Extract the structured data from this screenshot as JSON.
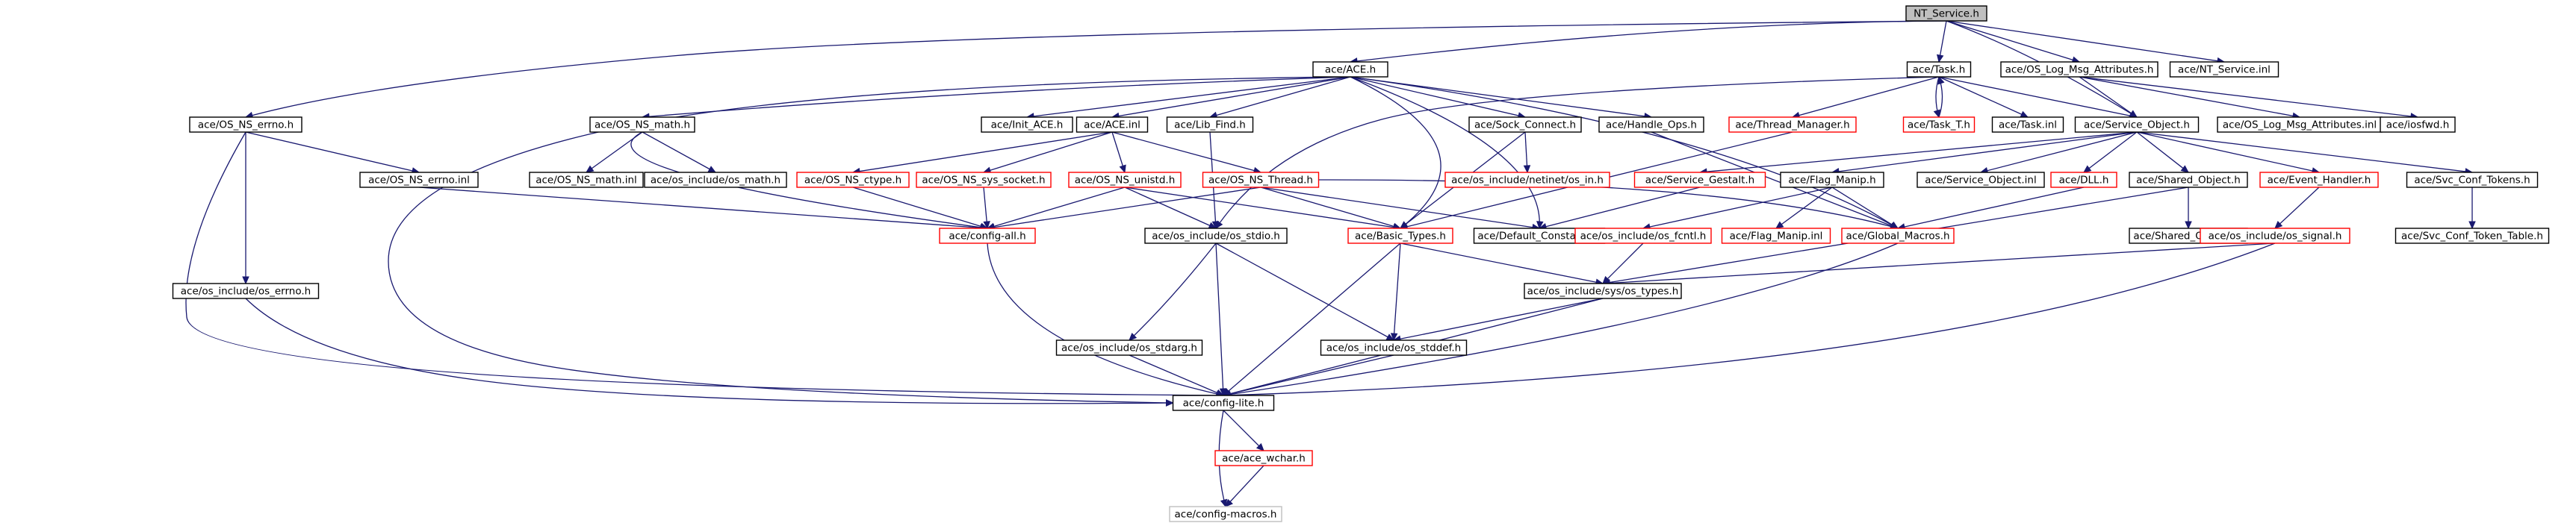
{
  "diagram": {
    "colors": {
      "edge": "#191970",
      "border_normal": "#000000",
      "border_truncated": "#ff0000",
      "border_undocumented": "#bfbfbf",
      "root_fill": "#bfbfbf",
      "node_fill": "#ffffff"
    },
    "nodes": [
      {
        "id": "nt_service_h",
        "label": "NT_Service.h",
        "style": "root"
      },
      {
        "id": "ace_h",
        "label": "ace/ACE.h",
        "style": "normal"
      },
      {
        "id": "task_h",
        "label": "ace/Task.h",
        "style": "normal"
      },
      {
        "id": "os_log_msg_attributes_h",
        "label": "ace/OS_Log_Msg_Attributes.h",
        "style": "normal"
      },
      {
        "id": "nt_service_inl",
        "label": "ace/NT_Service.inl",
        "style": "normal"
      },
      {
        "id": "os_ns_errno_h",
        "label": "ace/OS_NS_errno.h",
        "style": "normal"
      },
      {
        "id": "os_ns_math_h",
        "label": "ace/OS_NS_math.h",
        "style": "normal"
      },
      {
        "id": "init_ace_h",
        "label": "ace/Init_ACE.h",
        "style": "normal"
      },
      {
        "id": "ace_inl",
        "label": "ace/ACE.inl",
        "style": "normal"
      },
      {
        "id": "lib_find_h",
        "label": "ace/Lib_Find.h",
        "style": "normal"
      },
      {
        "id": "sock_connect_h",
        "label": "ace/Sock_Connect.h",
        "style": "normal"
      },
      {
        "id": "handle_ops_h",
        "label": "ace/Handle_Ops.h",
        "style": "normal"
      },
      {
        "id": "thread_manager_h",
        "label": "ace/Thread_Manager.h",
        "style": "truncated"
      },
      {
        "id": "task_t_h",
        "label": "ace/Task_T.h",
        "style": "truncated"
      },
      {
        "id": "task_inl",
        "label": "ace/Task.inl",
        "style": "normal"
      },
      {
        "id": "service_object_h",
        "label": "ace/Service_Object.h",
        "style": "normal"
      },
      {
        "id": "os_log_msg_attributes_inl",
        "label": "ace/OS_Log_Msg_Attributes.inl",
        "style": "normal"
      },
      {
        "id": "iosfwd_h",
        "label": "ace/iosfwd.h",
        "style": "normal"
      },
      {
        "id": "os_ns_errno_inl",
        "label": "ace/OS_NS_errno.inl",
        "style": "normal"
      },
      {
        "id": "os_ns_math_inl",
        "label": "ace/OS_NS_math.inl",
        "style": "normal"
      },
      {
        "id": "os_math_h",
        "label": "ace/os_include/os_math.h",
        "style": "normal"
      },
      {
        "id": "os_ns_ctype_h",
        "label": "ace/OS_NS_ctype.h",
        "style": "truncated"
      },
      {
        "id": "os_ns_sys_socket_h",
        "label": "ace/OS_NS_sys_socket.h",
        "style": "truncated"
      },
      {
        "id": "os_ns_unistd_h",
        "label": "ace/OS_NS_unistd.h",
        "style": "truncated"
      },
      {
        "id": "os_ns_thread_h",
        "label": "ace/OS_NS_Thread.h",
        "style": "truncated"
      },
      {
        "id": "os_in_h",
        "label": "ace/os_include/netinet/os_in.h",
        "style": "truncated"
      },
      {
        "id": "service_gestalt_h",
        "label": "ace/Service_Gestalt.h",
        "style": "truncated"
      },
      {
        "id": "flag_manip_h",
        "label": "ace/Flag_Manip.h",
        "style": "normal"
      },
      {
        "id": "service_object_inl",
        "label": "ace/Service_Object.inl",
        "style": "normal"
      },
      {
        "id": "dll_h",
        "label": "ace/DLL.h",
        "style": "truncated"
      },
      {
        "id": "shared_object_h",
        "label": "ace/Shared_Object.h",
        "style": "normal"
      },
      {
        "id": "event_handler_h",
        "label": "ace/Event_Handler.h",
        "style": "truncated"
      },
      {
        "id": "svc_conf_tokens_h",
        "label": "ace/Svc_Conf_Tokens.h",
        "style": "normal"
      },
      {
        "id": "config_all_h",
        "label": "ace/config-all.h",
        "style": "truncated"
      },
      {
        "id": "os_stdio_h",
        "label": "ace/os_include/os_stdio.h",
        "style": "normal"
      },
      {
        "id": "basic_types_h",
        "label": "ace/Basic_Types.h",
        "style": "truncated"
      },
      {
        "id": "default_constants_h",
        "label": "ace/Default_Constants.h",
        "style": "normal"
      },
      {
        "id": "os_fcntl_h",
        "label": "ace/os_include/os_fcntl.h",
        "style": "truncated"
      },
      {
        "id": "flag_manip_inl",
        "label": "ace/Flag_Manip.inl",
        "style": "truncated"
      },
      {
        "id": "global_macros_h",
        "label": "ace/Global_Macros.h",
        "style": "truncated"
      },
      {
        "id": "shared_object_inl",
        "label": "ace/Shared_Object.inl",
        "style": "normal"
      },
      {
        "id": "os_signal_h",
        "label": "ace/os_include/os_signal.h",
        "style": "truncated"
      },
      {
        "id": "svc_conf_token_table_h",
        "label": "ace/Svc_Conf_Token_Table.h",
        "style": "normal"
      },
      {
        "id": "os_errno_h",
        "label": "ace/os_include/os_errno.h",
        "style": "normal"
      },
      {
        "id": "os_types_h",
        "label": "ace/os_include/sys/os_types.h",
        "style": "normal"
      },
      {
        "id": "os_stdarg_h",
        "label": "ace/os_include/os_stdarg.h",
        "style": "normal"
      },
      {
        "id": "os_stddef_h",
        "label": "ace/os_include/os_stddef.h",
        "style": "normal"
      },
      {
        "id": "config_lite_h",
        "label": "ace/config-lite.h",
        "style": "normal"
      },
      {
        "id": "ace_wchar_h",
        "label": "ace/ace_wchar.h",
        "style": "truncated"
      },
      {
        "id": "config_macros_h",
        "label": "ace/config-macros.h",
        "style": "undocumented"
      }
    ],
    "edges": [
      [
        "nt_service_h",
        "ace_h"
      ],
      [
        "nt_service_h",
        "task_h"
      ],
      [
        "nt_service_h",
        "os_log_msg_attributes_h"
      ],
      [
        "nt_service_h",
        "nt_service_inl"
      ],
      [
        "nt_service_h",
        "os_ns_errno_h"
      ],
      [
        "nt_service_h",
        "service_object_h"
      ],
      [
        "ace_h",
        "os_ns_math_h"
      ],
      [
        "ace_h",
        "init_ace_h"
      ],
      [
        "ace_h",
        "ace_inl"
      ],
      [
        "ace_h",
        "lib_find_h"
      ],
      [
        "ace_h",
        "sock_connect_h"
      ],
      [
        "ace_h",
        "handle_ops_h"
      ],
      [
        "ace_h",
        "config_lite_h"
      ],
      [
        "ace_h",
        "basic_types_h"
      ],
      [
        "ace_h",
        "default_constants_h"
      ],
      [
        "ace_h",
        "global_macros_h"
      ],
      [
        "task_h",
        "thread_manager_h"
      ],
      [
        "task_h",
        "task_t_h"
      ],
      [
        "task_t_h",
        "task_h"
      ],
      [
        "task_h",
        "task_inl"
      ],
      [
        "task_h",
        "service_object_h"
      ],
      [
        "task_h",
        "os_stdio_h"
      ],
      [
        "os_log_msg_attributes_h",
        "os_log_msg_attributes_inl"
      ],
      [
        "os_log_msg_attributes_h",
        "iosfwd_h"
      ],
      [
        "os_log_msg_attributes_h",
        "service_object_h"
      ],
      [
        "os_ns_errno_h",
        "os_ns_errno_inl"
      ],
      [
        "os_ns_errno_h",
        "os_errno_h"
      ],
      [
        "os_ns_errno_h",
        "config_lite_h"
      ],
      [
        "os_ns_errno_inl",
        "config_all_h"
      ],
      [
        "os_ns_math_h",
        "os_ns_math_inl"
      ],
      [
        "os_ns_math_h",
        "os_math_h"
      ],
      [
        "os_ns_math_h",
        "config_all_h"
      ],
      [
        "ace_inl",
        "os_ns_ctype_h"
      ],
      [
        "ace_inl",
        "os_ns_sys_socket_h"
      ],
      [
        "ace_inl",
        "os_ns_unistd_h"
      ],
      [
        "ace_inl",
        "os_ns_thread_h"
      ],
      [
        "lib_find_h",
        "os_stdio_h"
      ],
      [
        "sock_connect_h",
        "os_in_h"
      ],
      [
        "sock_connect_h",
        "basic_types_h"
      ],
      [
        "handle_ops_h",
        "global_macros_h"
      ],
      [
        "thread_manager_h",
        "basic_types_h"
      ],
      [
        "service_object_h",
        "service_gestalt_h"
      ],
      [
        "service_object_h",
        "flag_manip_h"
      ],
      [
        "service_object_h",
        "service_object_inl"
      ],
      [
        "service_object_h",
        "dll_h"
      ],
      [
        "service_object_h",
        "shared_object_h"
      ],
      [
        "service_object_h",
        "event_handler_h"
      ],
      [
        "service_object_h",
        "svc_conf_tokens_h"
      ],
      [
        "os_ns_ctype_h",
        "config_all_h"
      ],
      [
        "os_ns_sys_socket_h",
        "config_all_h"
      ],
      [
        "os_ns_unistd_h",
        "config_all_h"
      ],
      [
        "os_ns_unistd_h",
        "os_stdio_h"
      ],
      [
        "os_ns_thread_h",
        "config_all_h"
      ],
      [
        "os_ns_thread_h",
        "basic_types_h"
      ],
      [
        "os_ns_thread_h",
        "default_constants_h"
      ],
      [
        "os_ns_thread_h",
        "global_macros_h"
      ],
      [
        "os_ns_unistd_h",
        "basic_types_h"
      ],
      [
        "service_gestalt_h",
        "default_constants_h"
      ],
      [
        "flag_manip_h",
        "os_fcntl_h"
      ],
      [
        "flag_manip_h",
        "flag_manip_inl"
      ],
      [
        "flag_manip_h",
        "global_macros_h"
      ],
      [
        "dll_h",
        "global_macros_h"
      ],
      [
        "shared_object_h",
        "shared_object_inl"
      ],
      [
        "shared_object_h",
        "os_types_h"
      ],
      [
        "event_handler_h",
        "os_signal_h"
      ],
      [
        "svc_conf_tokens_h",
        "svc_conf_token_table_h"
      ],
      [
        "os_signal_h",
        "os_types_h"
      ],
      [
        "os_signal_h",
        "config_lite_h"
      ],
      [
        "os_fcntl_h",
        "os_types_h"
      ],
      [
        "config_all_h",
        "config_lite_h"
      ],
      [
        "os_stdio_h",
        "os_stdarg_h"
      ],
      [
        "os_stdio_h",
        "os_stddef_h"
      ],
      [
        "os_stdio_h",
        "config_lite_h"
      ],
      [
        "basic_types_h",
        "os_types_h"
      ],
      [
        "basic_types_h",
        "os_stddef_h"
      ],
      [
        "basic_types_h",
        "config_lite_h"
      ],
      [
        "global_macros_h",
        "config_lite_h"
      ],
      [
        "os_errno_h",
        "config_lite_h"
      ],
      [
        "os_types_h",
        "os_stddef_h"
      ],
      [
        "os_types_h",
        "config_lite_h"
      ],
      [
        "os_stdarg_h",
        "config_lite_h"
      ],
      [
        "os_stddef_h",
        "config_lite_h"
      ],
      [
        "config_lite_h",
        "ace_wchar_h"
      ],
      [
        "config_lite_h",
        "config_macros_h"
      ],
      [
        "ace_wchar_h",
        "config_macros_h"
      ]
    ]
  }
}
